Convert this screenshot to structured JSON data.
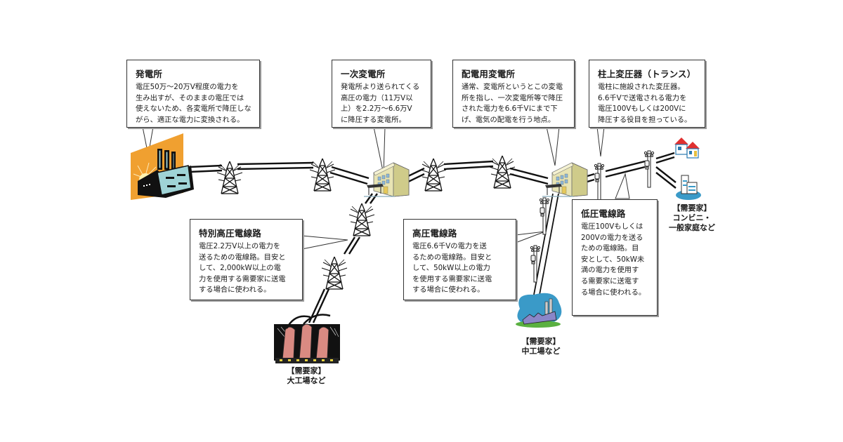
{
  "colors": {
    "line": "#111111",
    "box_border": "#333333",
    "box_shadow": "#9a9a9a",
    "plant_sun": "#f0a030",
    "plant_body": "#9fd3d6",
    "substation_wall": "#d8d49a",
    "house_roof": "#e03030",
    "customer_blue": "#3a9ac8",
    "factory_stack": "#d98a82"
  },
  "callouts": {
    "power_plant": {
      "title": "発電所",
      "text": "電圧50万～20万V程度の電力を\n生み出すが、そのままの電圧では\n使えないため、各変電所で降圧しな\nがら、適正な電力に変換される。"
    },
    "primary_substation": {
      "title": "一次変電所",
      "text": "発電所より送られてくる\n高圧の電力（11万V以\n上）を2.2万～6.6万V\nに降圧する変電所。"
    },
    "distribution_substation": {
      "title": "配電用変電所",
      "text": "通常、変電所というとこの変電\n所を指し、一次変電所等で降圧\nされた電力を6.6千Vにまで下\nげ、電気の配電を行う地点。"
    },
    "pole_transformer": {
      "title": "柱上変圧器（トランス）",
      "text": "電柱に施設された変圧器。\n6.6千Vで送電される電力を\n電圧100Vもしくは200Vに\n降圧する役目を担っている。"
    },
    "extra_high_voltage_line": {
      "title": "特別高圧電線路",
      "text": "電圧2.2万V以上の電力を\n送るための電線路。目安と\nして、2,000kW以上の電\n力を使用する需要家に送電\nする場合に使われる。"
    },
    "high_voltage_line": {
      "title": "高圧電線路",
      "text": "電圧6.6千Vの電力を送\nるための電線路。目安と\nして、50kW以上の電力\nを使用する需要家に送電\nする場合に使われる。"
    },
    "low_voltage_line": {
      "title": "低圧電線路",
      "text": "電圧100Vもしくは\n200Vの電力を送る\nための電線路。目\n安として、50kW未\n満の電力を使用す\nる需要家に送電す\nる場合に使われる。"
    }
  },
  "customers": {
    "large_factory": "【需要家】\n大工場など",
    "medium_factory": "【需要家】\n中工場など",
    "homes": "【需要家】\nコンビニ・\n一般家庭など"
  },
  "icons": {
    "power_plant": "power-plant-icon",
    "tower": "transmission-tower-icon",
    "substation": "substation-building-icon",
    "pole": "utility-pole-transformer-icon",
    "large_factory": "large-factory-icon",
    "medium_factory": "medium-factory-icon",
    "house": "house-icon",
    "store": "convenience-store-icon"
  }
}
